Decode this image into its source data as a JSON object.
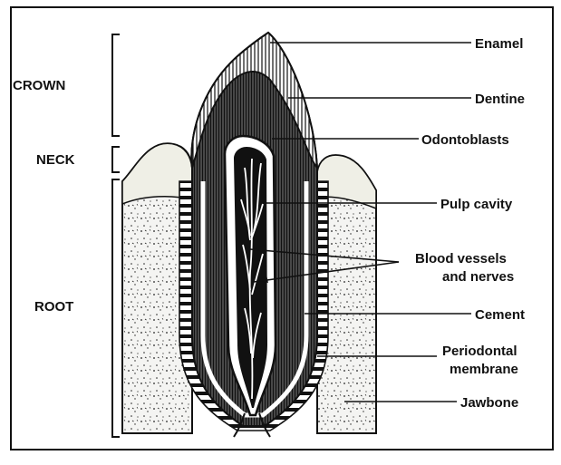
{
  "diagram": {
    "sections": {
      "crown": "CROWN",
      "neck": "NECK",
      "root": "ROOT"
    },
    "labels": {
      "enamel": "Enamel",
      "dentine": "Dentine",
      "odontoblasts": "Odontoblasts",
      "pulp_cavity": "Pulp cavity",
      "blood_vessels_line1": "Blood vessels",
      "blood_vessels_line2": "and nerves",
      "cement": "Cement",
      "periodontal_line1": "Periodontal",
      "periodontal_line2": "membrane",
      "jawbone": "Jawbone"
    },
    "colors": {
      "ink": "#111111",
      "paper": "#ffffff",
      "bone": "#f2f2f0"
    }
  }
}
